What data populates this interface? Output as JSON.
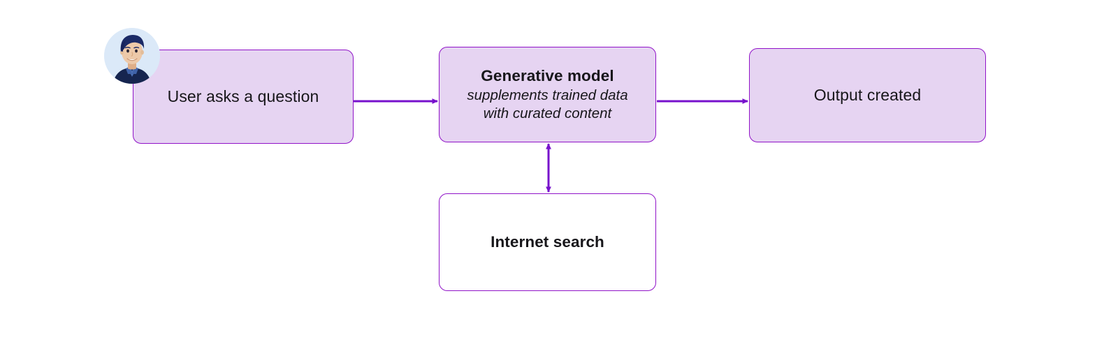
{
  "diagram": {
    "type": "flow",
    "background": "#ffffff",
    "accent_color": "#9013c8",
    "arrow_color": "#7711cc",
    "node_fill": "#e6d4f2",
    "text_color": "#17161a",
    "nodes": [
      {
        "id": "user",
        "title": "User asks a question",
        "subtitle": "",
        "fill": "#e6d4f2",
        "bold": false,
        "has_avatar": true
      },
      {
        "id": "model",
        "title": "Generative model",
        "subtitle": "supplements trained data with curated content",
        "subtitle_line1": "supplements trained data",
        "subtitle_line2": "with curated content",
        "fill": "#e6d4f2",
        "bold": true,
        "has_avatar": false
      },
      {
        "id": "output",
        "title": "Output created",
        "subtitle": "",
        "fill": "#e6d4f2",
        "bold": false,
        "has_avatar": false
      },
      {
        "id": "internet",
        "title": "Internet search",
        "subtitle": "",
        "fill": "#ffffff",
        "bold": true,
        "has_avatar": false
      }
    ],
    "edges": [
      {
        "id": "user-to-model",
        "from": "user",
        "to": "model",
        "direction": "one-way",
        "label": ""
      },
      {
        "id": "model-to-output",
        "from": "model",
        "to": "output",
        "direction": "one-way",
        "label": ""
      },
      {
        "id": "model-internet",
        "from": "model",
        "to": "internet",
        "direction": "two-way",
        "label": ""
      }
    ],
    "avatar": {
      "name": "user-avatar",
      "description": "person",
      "background": "#dbe9f8",
      "hair_color": "#1b2a66",
      "skin_color": "#edc9a9",
      "shirt_color": "#16254f",
      "collar_color": "#4b6fb5"
    }
  }
}
